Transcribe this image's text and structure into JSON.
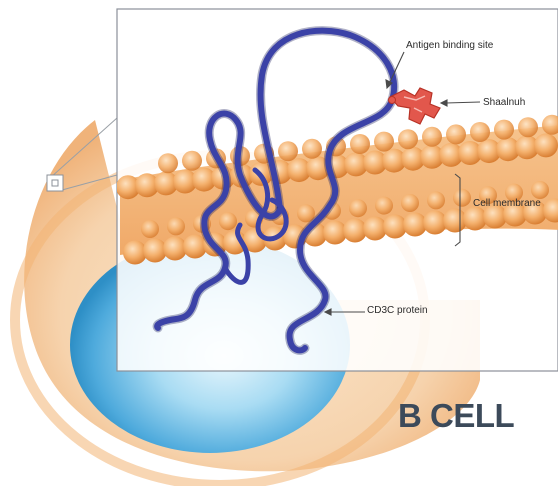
{
  "labels": {
    "antigen_binding_site": "Antigen binding site",
    "shaalnuh": "Shaalnuh",
    "cell_membrane": "Cell membrane",
    "cd_protein": "CD3C protein",
    "b_cell": "B CELL"
  },
  "colors": {
    "cell_outer": "#f3c89a",
    "nucleus": "#5fb3df",
    "lipid_head": "#f1a05a",
    "protein": "#3a3f9e",
    "antigen": "#e2574c",
    "inset_border": "#8b9099"
  }
}
